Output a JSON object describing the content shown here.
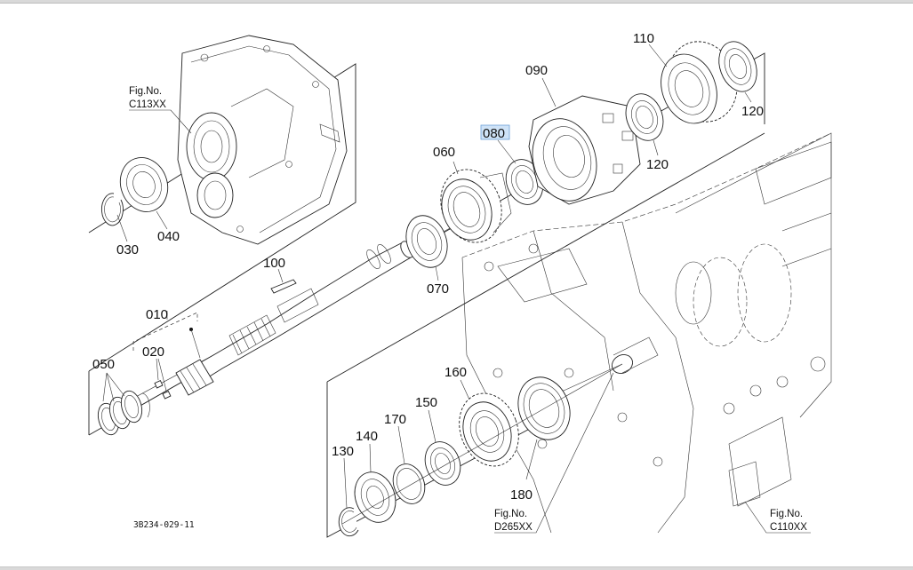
{
  "diagram": {
    "drawing_code": "3B234-029-11",
    "highlight_color": "#cfe3f7",
    "highlighted_part": "080",
    "figure_refs": [
      {
        "prefix": "Fig.No.",
        "code": "C113XX"
      },
      {
        "prefix": "Fig.No.",
        "code": "D265XX"
      },
      {
        "prefix": "Fig.No.",
        "code": "C110XX"
      }
    ],
    "parts": {
      "p010": "010",
      "p020": "020",
      "p030": "030",
      "p040": "040",
      "p050": "050",
      "p060": "060",
      "p070": "070",
      "p080": "080",
      "p090": "090",
      "p100": "100",
      "p110": "110",
      "p120a": "120",
      "p120b": "120",
      "p130": "130",
      "p140": "140",
      "p150": "150",
      "p160": "160",
      "p170": "170",
      "p180": "180"
    }
  }
}
